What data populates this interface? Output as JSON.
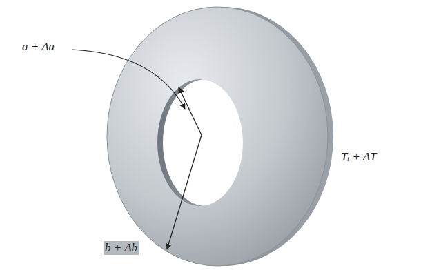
{
  "diagram": {
    "labels": [
      "a + Δa",
      "b + Δb",
      "Tᵢ + ΔT"
    ]
  }
}
